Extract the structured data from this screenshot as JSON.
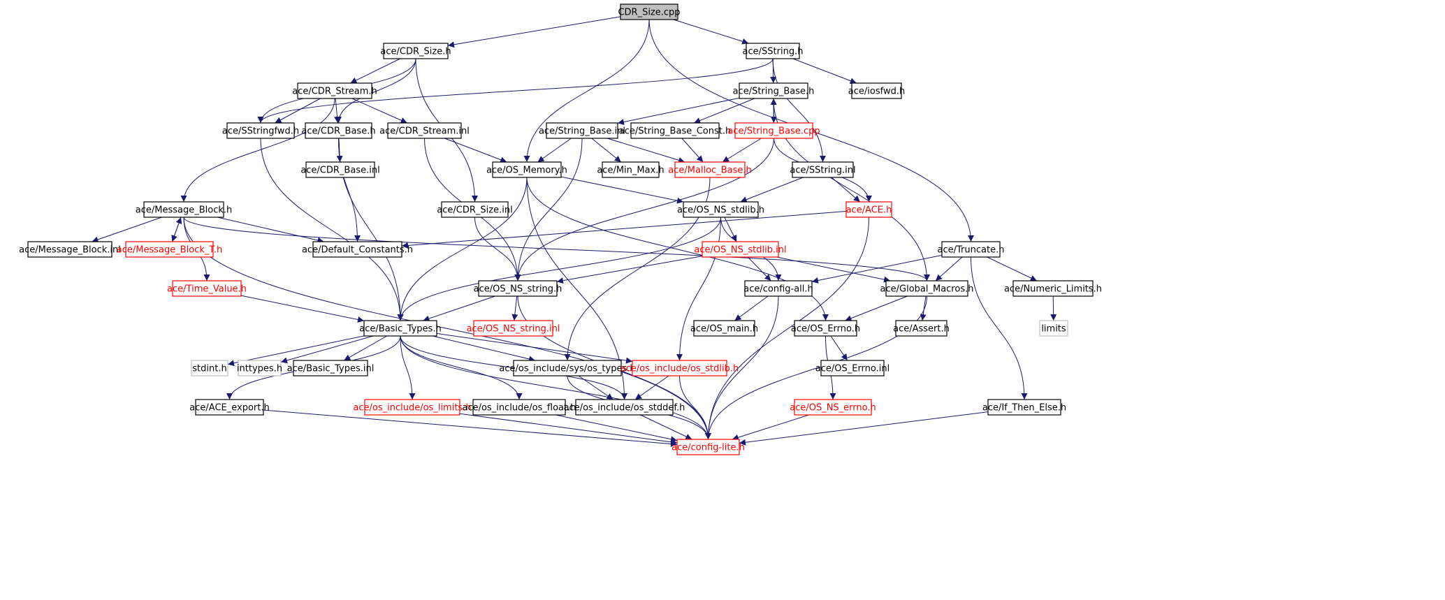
{
  "graph": {
    "edge_color": "#191970",
    "nodes": [
      {
        "id": "cdr_size_cpp",
        "label": "CDR_Size.cpp",
        "style": "root"
      },
      {
        "id": "cdr_size_h",
        "label": "ace/CDR_Size.h",
        "style": "normal"
      },
      {
        "id": "sstring_h",
        "label": "ace/SString.h",
        "style": "normal"
      },
      {
        "id": "cdr_stream_h",
        "label": "ace/CDR_Stream.h",
        "style": "normal"
      },
      {
        "id": "string_base_h",
        "label": "ace/String_Base.h",
        "style": "normal"
      },
      {
        "id": "iosfwd_h",
        "label": "ace/iosfwd.h",
        "style": "normal"
      },
      {
        "id": "sstringfwd_h",
        "label": "ace/SStringfwd.h",
        "style": "normal"
      },
      {
        "id": "cdr_base_h",
        "label": "ace/CDR_Base.h",
        "style": "normal"
      },
      {
        "id": "cdr_stream_inl",
        "label": "ace/CDR_Stream.inl",
        "style": "normal"
      },
      {
        "id": "string_base_inl",
        "label": "ace/String_Base.inl",
        "style": "normal"
      },
      {
        "id": "string_base_const_h",
        "label": "ace/String_Base_Const.h",
        "style": "normal"
      },
      {
        "id": "string_base_cpp",
        "label": "ace/String_Base.cpp",
        "style": "red"
      },
      {
        "id": "cdr_base_inl",
        "label": "ace/CDR_Base.inl",
        "style": "normal"
      },
      {
        "id": "os_memory_h",
        "label": "ace/OS_Memory.h",
        "style": "normal"
      },
      {
        "id": "min_max_h",
        "label": "ace/Min_Max.h",
        "style": "normal"
      },
      {
        "id": "malloc_base_h",
        "label": "ace/Malloc_Base.h",
        "style": "red"
      },
      {
        "id": "sstring_inl",
        "label": "ace/SString.inl",
        "style": "normal"
      },
      {
        "id": "message_block_h",
        "label": "ace/Message_Block.h",
        "style": "normal"
      },
      {
        "id": "cdr_size_inl",
        "label": "ace/CDR_Size.inl",
        "style": "normal"
      },
      {
        "id": "os_ns_stdlib_h",
        "label": "ace/OS_NS_stdlib.h",
        "style": "normal"
      },
      {
        "id": "ace_h",
        "label": "ace/ACE.h",
        "style": "red"
      },
      {
        "id": "message_block_inl",
        "label": "ace/Message_Block.inl",
        "style": "normal"
      },
      {
        "id": "message_block_t_h",
        "label": "ace/Message_Block_T.h",
        "style": "red"
      },
      {
        "id": "default_constants_h",
        "label": "ace/Default_Constants.h",
        "style": "normal"
      },
      {
        "id": "os_ns_stdlib_inl",
        "label": "ace/OS_NS_stdlib.inl",
        "style": "red"
      },
      {
        "id": "truncate_h",
        "label": "ace/Truncate.h",
        "style": "normal"
      },
      {
        "id": "time_value_h",
        "label": "ace/Time_Value.h",
        "style": "red"
      },
      {
        "id": "os_ns_string_h",
        "label": "ace/OS_NS_string.h",
        "style": "normal"
      },
      {
        "id": "config_all_h",
        "label": "ace/config-all.h",
        "style": "normal"
      },
      {
        "id": "global_macros_h",
        "label": "ace/Global_Macros.h",
        "style": "normal"
      },
      {
        "id": "numeric_limits_h",
        "label": "ace/Numeric_Limits.h",
        "style": "normal"
      },
      {
        "id": "basic_types_h",
        "label": "ace/Basic_Types.h",
        "style": "normal"
      },
      {
        "id": "os_ns_string_inl",
        "label": "ace/OS_NS_string.inl",
        "style": "red"
      },
      {
        "id": "os_main_h",
        "label": "ace/OS_main.h",
        "style": "normal"
      },
      {
        "id": "os_errno_h",
        "label": "ace/OS_Errno.h",
        "style": "normal"
      },
      {
        "id": "assert_h",
        "label": "ace/Assert.h",
        "style": "normal"
      },
      {
        "id": "limits",
        "label": "limits",
        "style": "grey"
      },
      {
        "id": "stdint_h",
        "label": "stdint.h",
        "style": "grey"
      },
      {
        "id": "inttypes_h",
        "label": "inttypes.h",
        "style": "grey"
      },
      {
        "id": "basic_types_inl",
        "label": "ace/Basic_Types.inl",
        "style": "normal"
      },
      {
        "id": "sys_os_types_h",
        "label": "ace/os_include/sys/os_types.h",
        "style": "normal"
      },
      {
        "id": "os_stdlib_h",
        "label": "ace/os_include/os_stdlib.h",
        "style": "red"
      },
      {
        "id": "os_errno_inl",
        "label": "ace/OS_Errno.inl",
        "style": "normal"
      },
      {
        "id": "ace_export_h",
        "label": "ace/ACE_export.h",
        "style": "normal"
      },
      {
        "id": "os_limits_h",
        "label": "ace/os_include/os_limits.h",
        "style": "red"
      },
      {
        "id": "os_float_h",
        "label": "ace/os_include/os_float.h",
        "style": "normal"
      },
      {
        "id": "os_stddef_h",
        "label": "ace/os_include/os_stddef.h",
        "style": "normal"
      },
      {
        "id": "os_ns_errno_h",
        "label": "ace/OS_NS_errno.h",
        "style": "red"
      },
      {
        "id": "if_then_else_h",
        "label": "ace/If_Then_Else.h",
        "style": "normal"
      },
      {
        "id": "config_lite_h",
        "label": "ace/config-lite.h",
        "style": "red"
      }
    ],
    "edges": [
      [
        "cdr_size_cpp",
        "cdr_size_h"
      ],
      [
        "cdr_size_cpp",
        "sstring_h"
      ],
      [
        "cdr_size_cpp",
        "os_memory_h"
      ],
      [
        "cdr_size_cpp",
        "truncate_h"
      ],
      [
        "cdr_size_h",
        "cdr_stream_h"
      ],
      [
        "cdr_size_h",
        "sstringfwd_h"
      ],
      [
        "cdr_size_h",
        "cdr_base_h"
      ],
      [
        "cdr_size_h",
        "cdr_size_inl"
      ],
      [
        "sstring_h",
        "string_base_h"
      ],
      [
        "sstring_h",
        "iosfwd_h"
      ],
      [
        "sstring_h",
        "sstringfwd_h"
      ],
      [
        "sstring_h",
        "sstring_inl"
      ],
      [
        "cdr_stream_h",
        "sstringfwd_h"
      ],
      [
        "cdr_stream_h",
        "cdr_base_h"
      ],
      [
        "cdr_stream_h",
        "cdr_stream_inl"
      ],
      [
        "cdr_stream_h",
        "message_block_h"
      ],
      [
        "string_base_h",
        "string_base_inl"
      ],
      [
        "string_base_h",
        "string_base_const_h"
      ],
      [
        "string_base_h",
        "string_base_cpp"
      ],
      [
        "string_base_h",
        "global_macros_h"
      ],
      [
        "string_base_cpp",
        "string_base_h"
      ],
      [
        "string_base_cpp",
        "malloc_base_h"
      ],
      [
        "string_base_cpp",
        "ace_h"
      ],
      [
        "string_base_cpp",
        "os_ns_string_h"
      ],
      [
        "string_base_inl",
        "os_memory_h"
      ],
      [
        "string_base_inl",
        "min_max_h"
      ],
      [
        "string_base_inl",
        "malloc_base_h"
      ],
      [
        "string_base_inl",
        "os_ns_string_h"
      ],
      [
        "string_base_const_h",
        "malloc_base_h"
      ],
      [
        "sstringfwd_h",
        "basic_types_h"
      ],
      [
        "cdr_base_h",
        "cdr_base_inl"
      ],
      [
        "cdr_base_h",
        "default_constants_h"
      ],
      [
        "cdr_base_h",
        "basic_types_h"
      ],
      [
        "cdr_stream_inl",
        "os_memory_h"
      ],
      [
        "cdr_stream_inl",
        "os_ns_string_h"
      ],
      [
        "os_memory_h",
        "os_ns_stdlib_h"
      ],
      [
        "os_memory_h",
        "basic_types_h"
      ],
      [
        "os_memory_h",
        "os_errno_h"
      ],
      [
        "os_memory_h",
        "os_stddef_h"
      ],
      [
        "malloc_base_h",
        "sys_os_types_h"
      ],
      [
        "sstring_inl",
        "os_ns_stdlib_h"
      ],
      [
        "sstring_inl",
        "ace_h"
      ],
      [
        "message_block_h",
        "message_block_inl"
      ],
      [
        "message_block_h",
        "message_block_t_h"
      ],
      [
        "message_block_h",
        "default_constants_h"
      ],
      [
        "message_block_h",
        "time_value_h"
      ],
      [
        "message_block_h",
        "global_macros_h"
      ],
      [
        "message_block_h",
        "config_lite_h"
      ],
      [
        "message_block_t_h",
        "message_block_h"
      ],
      [
        "cdr_size_inl",
        "os_ns_string_h"
      ],
      [
        "os_ns_stdlib_h",
        "os_ns_stdlib_inl"
      ],
      [
        "os_ns_stdlib_h",
        "config_all_h"
      ],
      [
        "os_ns_stdlib_h",
        "basic_types_h"
      ],
      [
        "os_ns_stdlib_h",
        "os_stdlib_h"
      ],
      [
        "ace_h",
        "default_constants_h"
      ],
      [
        "ace_h",
        "config_lite_h"
      ],
      [
        "os_ns_stdlib_inl",
        "config_all_h"
      ],
      [
        "os_ns_stdlib_inl",
        "global_macros_h"
      ],
      [
        "os_ns_stdlib_inl",
        "os_ns_string_h"
      ],
      [
        "truncate_h",
        "config_all_h"
      ],
      [
        "truncate_h",
        "global_macros_h"
      ],
      [
        "truncate_h",
        "numeric_limits_h"
      ],
      [
        "truncate_h",
        "if_then_else_h"
      ],
      [
        "time_value_h",
        "basic_types_h"
      ],
      [
        "os_ns_string_h",
        "basic_types_h"
      ],
      [
        "os_ns_string_h",
        "os_ns_string_inl"
      ],
      [
        "os_ns_string_h",
        "config_lite_h"
      ],
      [
        "config_all_h",
        "os_main_h"
      ],
      [
        "config_all_h",
        "config_lite_h"
      ],
      [
        "global_macros_h",
        "os_errno_h"
      ],
      [
        "global_macros_h",
        "assert_h"
      ],
      [
        "global_macros_h",
        "config_lite_h"
      ],
      [
        "numeric_limits_h",
        "limits"
      ],
      [
        "basic_types_h",
        "stdint_h"
      ],
      [
        "basic_types_h",
        "inttypes_h"
      ],
      [
        "basic_types_h",
        "basic_types_inl"
      ],
      [
        "basic_types_h",
        "sys_os_types_h"
      ],
      [
        "basic_types_h",
        "os_stdlib_h"
      ],
      [
        "basic_types_h",
        "ace_export_h"
      ],
      [
        "basic_types_h",
        "os_limits_h"
      ],
      [
        "basic_types_h",
        "os_float_h"
      ],
      [
        "basic_types_h",
        "os_stddef_h"
      ],
      [
        "basic_types_h",
        "config_lite_h"
      ],
      [
        "os_errno_h",
        "os_errno_inl"
      ],
      [
        "os_errno_h",
        "os_ns_errno_h"
      ],
      [
        "sys_os_types_h",
        "os_stddef_h"
      ],
      [
        "sys_os_types_h",
        "config_lite_h"
      ],
      [
        "os_stdlib_h",
        "os_stddef_h"
      ],
      [
        "os_stdlib_h",
        "config_lite_h"
      ],
      [
        "ace_export_h",
        "config_lite_h"
      ],
      [
        "os_limits_h",
        "config_lite_h"
      ],
      [
        "os_float_h",
        "config_lite_h"
      ],
      [
        "os_stddef_h",
        "config_lite_h"
      ],
      [
        "os_ns_errno_h",
        "config_lite_h"
      ],
      [
        "if_then_else_h",
        "config_lite_h"
      ]
    ]
  }
}
